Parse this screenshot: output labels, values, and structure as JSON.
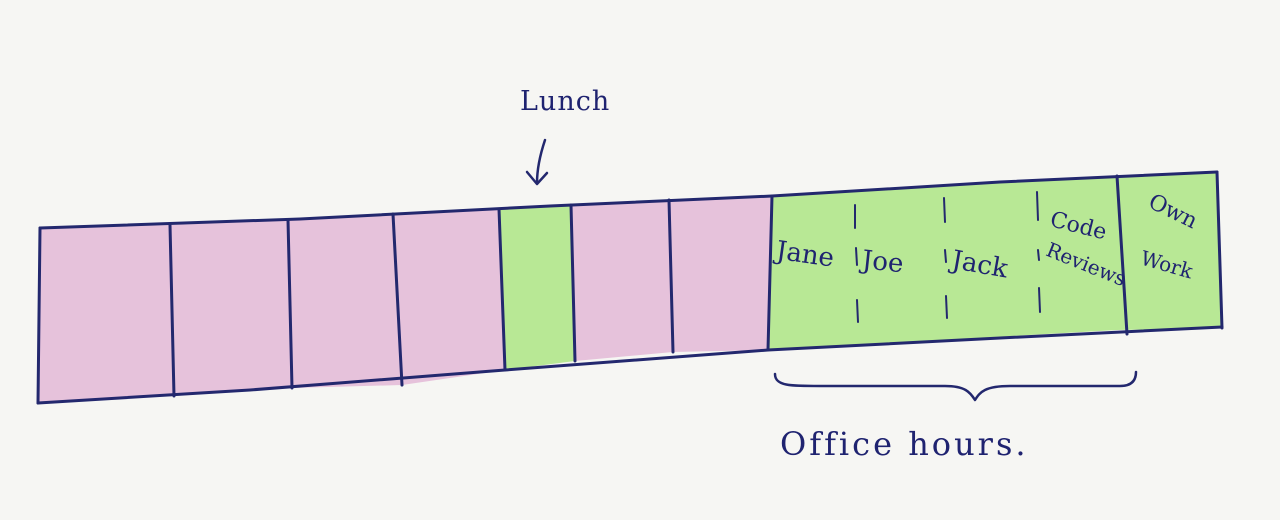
{
  "colors": {
    "background": "#f6f6f3",
    "work_block": "#e6c2db",
    "free_block": "#b8e895",
    "ink": "#23286e"
  },
  "labels": {
    "lunch": "Lunch",
    "office_hours": "Office hours.",
    "jane": "Jane",
    "joe": "Joe",
    "jack": "Jack",
    "code_reviews_line1": "Code",
    "code_reviews_line2": "Reviews",
    "own_work_line1": "Own",
    "own_work_line2": "Work"
  },
  "timeline": {
    "blocks": [
      {
        "kind": "work"
      },
      {
        "kind": "work"
      },
      {
        "kind": "work"
      },
      {
        "kind": "work"
      },
      {
        "kind": "lunch"
      },
      {
        "kind": "work"
      },
      {
        "kind": "work"
      },
      {
        "kind": "office_hours"
      }
    ]
  }
}
